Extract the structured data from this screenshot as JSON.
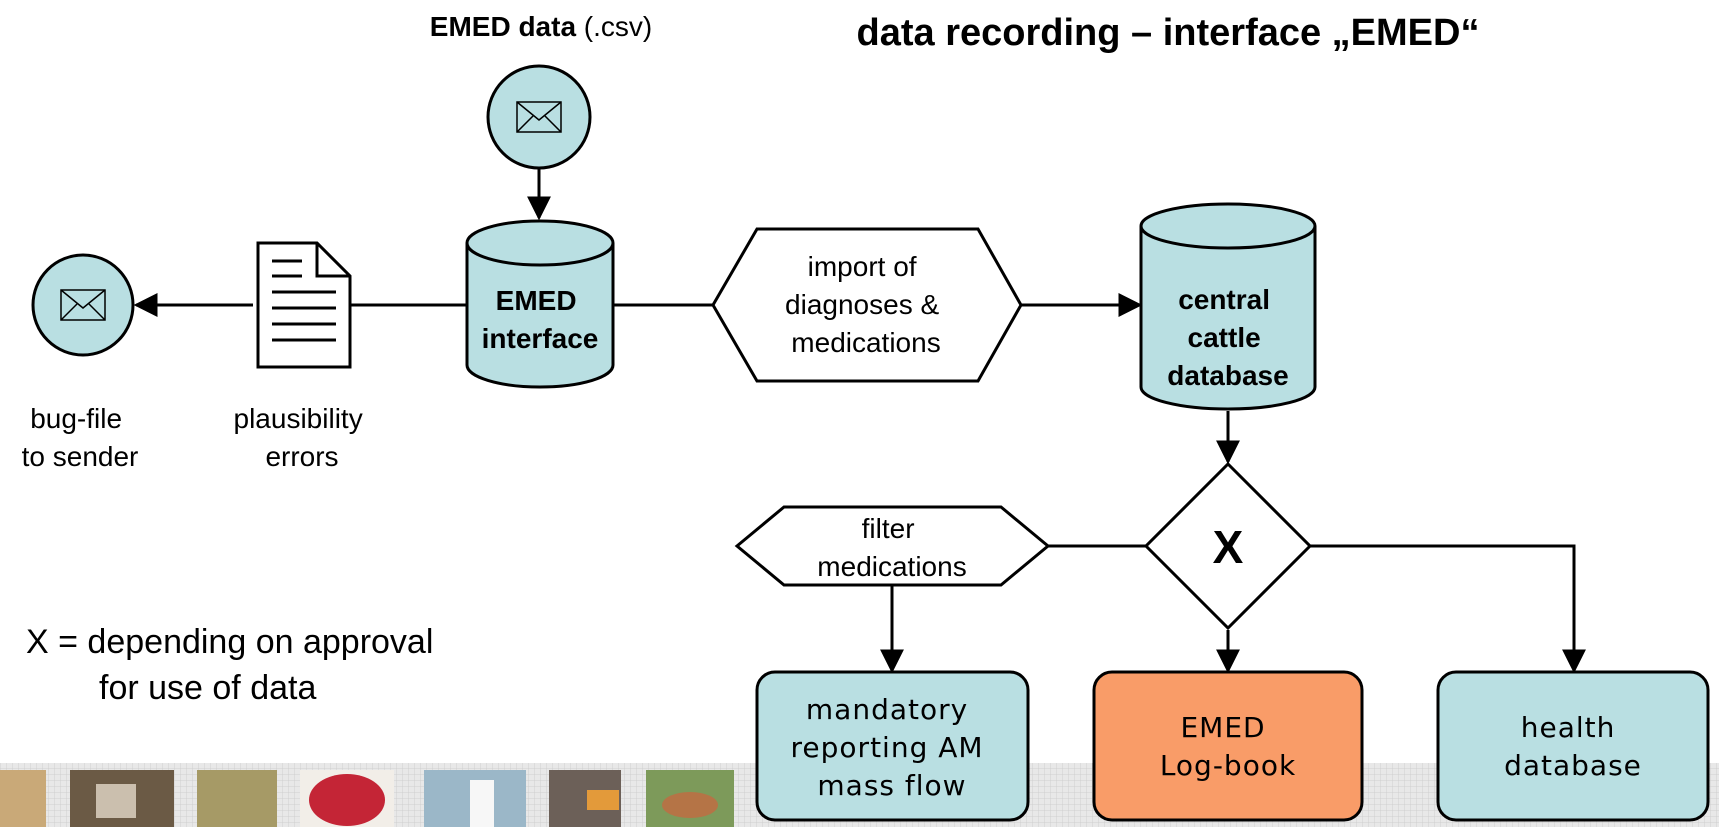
{
  "title": "data recording – interface „EMED“",
  "input": {
    "bold": "EMED data",
    "normal": " (.csv)"
  },
  "nodes": {
    "emed_interface": [
      "EMED",
      "interface"
    ],
    "import": [
      "import of",
      "diagnoses  &",
      "medications"
    ],
    "central_db": [
      "central",
      "cattle",
      "database"
    ],
    "bugfile": [
      "bug-file",
      "to sender"
    ],
    "plausibility": [
      "plausibility",
      "errors"
    ],
    "gateway": "X",
    "filter": [
      "filter",
      "medications"
    ],
    "mandatory": [
      "mandatory",
      "reporting AM",
      "mass flow"
    ],
    "logbook": [
      "EMED",
      "Log-book"
    ],
    "health": [
      "health",
      "database"
    ]
  },
  "note": [
    "X = depending on approval",
    "for use of data"
  ],
  "colors": {
    "teal": "#b9dfe2",
    "orange": "#f99c68",
    "stroke": "#000000"
  },
  "icons": {
    "input": "envelope-icon",
    "output": "envelope-icon",
    "document": "document-icon"
  }
}
